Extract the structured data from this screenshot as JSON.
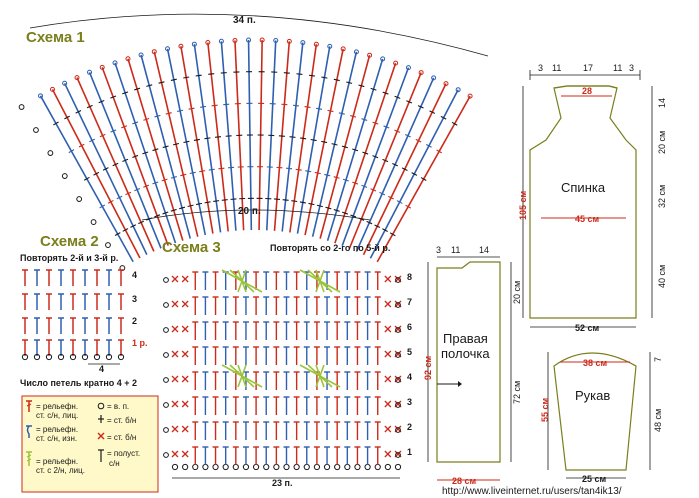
{
  "colors": {
    "green": "#7a7f1c",
    "red": "#cc2a1a",
    "blue": "#2f5fb0",
    "lime": "#9bc43a",
    "dark": "#1a1a1a",
    "legend_bg": "#fff8c8"
  },
  "scheme1": {
    "title": "Схема 1",
    "top_count": "34 п.",
    "bottom_count": "20 п."
  },
  "scheme2": {
    "title": "Схема 2",
    "repeat_note": "Повторять 2-й и 3-й р.",
    "rows": [
      "4",
      "3",
      "2",
      "1 р."
    ],
    "count": "4",
    "multiple_note": "Число петель кратно 4 + 2"
  },
  "scheme3": {
    "title": "Схема 3",
    "repeat_note": "Повторять со 2-го по 5-й р.",
    "rows": [
      "8",
      "7",
      "6",
      "5",
      "4",
      "3",
      "2",
      "1"
    ],
    "count": "23 п."
  },
  "legend": {
    "item1": "= рельефн.",
    "item1b": "ст. с/н, лиц.",
    "item2": "= рельефн.",
    "item2b": "ст. с/н, изн.",
    "item3": "= рельефн.",
    "item3b": "ст. с 2/н, лиц.",
    "item4": "= в. п.",
    "item5": "= ст. б/н",
    "item6": "= ст. б/н",
    "item7": "= полуст.",
    "item7b": "с/н"
  },
  "back": {
    "label": "Спинка",
    "top_dims": [
      "3",
      "11",
      "17",
      "11",
      "3"
    ],
    "neck_width": "28",
    "width": "45 см",
    "hem": "52 см",
    "total_height": "105 см",
    "right_dims": [
      "14",
      "20 см",
      "32 см",
      "40 см"
    ]
  },
  "front": {
    "label": "Правая",
    "label2": "полочка",
    "top_dims": [
      "3",
      "11",
      "14"
    ],
    "height": "92 см",
    "right_dims": [
      "20 см",
      "72 см"
    ],
    "width": "28 см"
  },
  "sleeve": {
    "label": "Рукав",
    "top_width": "38 см",
    "bottom_width": "25 см",
    "left_height": "55 см",
    "right_top": "7",
    "right_height": "48 см"
  },
  "footer": {
    "url": "http://www.liveinternet.ru/users/tan4ik13/"
  }
}
